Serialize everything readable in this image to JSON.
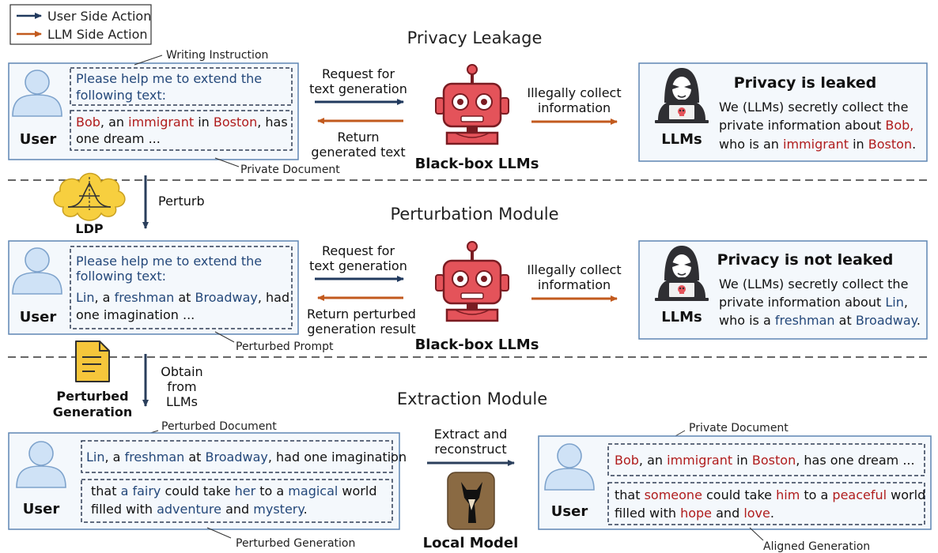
{
  "legend": {
    "user_action": "User Side Action",
    "llm_action": "LLM Side Action"
  },
  "colors": {
    "user_arrow": "#213a5e",
    "llm_arrow": "#c25a1e",
    "private_text": "#b01c1c",
    "perturbed_text": "#24487a",
    "panel_border": "#5f86b4",
    "panel_fill": "#f4f8fc",
    "dash_box": "#2e3c55",
    "robot_red": "#e4535a",
    "ldp_cloud": "#f7cf3f",
    "doc_yellow": "#f6c63b"
  },
  "sections": {
    "s1": "Privacy Leakage",
    "s2": "Perturbation Module",
    "s3": "Extraction Module"
  },
  "s1": {
    "callout_top": "Writing Instruction",
    "callout_bottom": "Private Document",
    "user_label": "User",
    "instruction_l1": "Please help me to extend the",
    "instruction_l2": "following text:",
    "doc_l1": [
      {
        "t": "Bob",
        "c": "private"
      },
      {
        "t": ", an ",
        "c": "plain"
      },
      {
        "t": "immigrant",
        "c": "private"
      },
      {
        "t": " in ",
        "c": "plain"
      },
      {
        "t": "Boston",
        "c": "private"
      },
      {
        "t": ", has",
        "c": "plain"
      }
    ],
    "doc_l2": "one dream ...",
    "request_l1": "Request for",
    "request_l2": "text generation",
    "return_l1": "Return",
    "return_l2": "generated text",
    "blackbox": "Black-box LLMs",
    "collect_l1": "Illegally collect",
    "collect_l2": "information",
    "llms_label": "LLMs",
    "result_title": "Privacy is leaked",
    "result_l1": "We (LLMs) secretly collect the",
    "result_l2": [
      {
        "t": "private information about ",
        "c": "plain"
      },
      {
        "t": "Bob,",
        "c": "private"
      }
    ],
    "result_l3": [
      {
        "t": "who is an ",
        "c": "plain"
      },
      {
        "t": "immigrant",
        "c": "private"
      },
      {
        "t": " in ",
        "c": "plain"
      },
      {
        "t": "Boston",
        "c": "private"
      },
      {
        "t": ".",
        "c": "plain"
      }
    ]
  },
  "side1": {
    "ldp": "LDP",
    "perturb": "Perturb"
  },
  "s2": {
    "callout_bottom": "Perturbed Prompt",
    "user_label": "User",
    "instruction_l1": "Please help me to extend the",
    "instruction_l2": "following text:",
    "doc_l1": [
      {
        "t": "Lin",
        "c": "perturbed"
      },
      {
        "t": ", a ",
        "c": "plain"
      },
      {
        "t": "freshman",
        "c": "perturbed"
      },
      {
        "t": " at ",
        "c": "plain"
      },
      {
        "t": "Broadway",
        "c": "perturbed"
      },
      {
        "t": ", had",
        "c": "plain"
      }
    ],
    "doc_l2": "one imagination ...",
    "request_l1": "Request for",
    "request_l2": "text generation",
    "return_l1": "Return perturbed",
    "return_l2": "generation result",
    "blackbox": "Black-box LLMs",
    "collect_l1": "Illegally collect",
    "collect_l2": "information",
    "llms_label": "LLMs",
    "result_title": "Privacy is not leaked",
    "result_l1": "We (LLMs) secretly collect the",
    "result_l2": [
      {
        "t": "private information about ",
        "c": "plain"
      },
      {
        "t": "Lin",
        "c": "perturbed"
      },
      {
        "t": ",",
        "c": "plain"
      }
    ],
    "result_l3": [
      {
        "t": "who is a ",
        "c": "plain"
      },
      {
        "t": "freshman",
        "c": "perturbed"
      },
      {
        "t": " at ",
        "c": "plain"
      },
      {
        "t": "Broadway",
        "c": "perturbed"
      },
      {
        "t": ".",
        "c": "plain"
      }
    ]
  },
  "side2": {
    "doc_l1": "Perturbed",
    "doc_l2": "Generation",
    "obtain_l1": "Obtain",
    "obtain_l2": "from",
    "obtain_l3": "LLMs"
  },
  "s3": {
    "left_callout_top": "Perturbed Document",
    "left_callout_bottom": "Perturbed Generation",
    "user_label": "User",
    "left_doc_l1": [
      {
        "t": "Lin",
        "c": "perturbed"
      },
      {
        "t": ", a ",
        "c": "plain"
      },
      {
        "t": "freshman",
        "c": "perturbed"
      },
      {
        "t": " at ",
        "c": "plain"
      },
      {
        "t": "Broadway",
        "c": "perturbed"
      },
      {
        "t": ", had one imagination",
        "c": "plain"
      }
    ],
    "left_gen_l1": [
      {
        "t": "that ",
        "c": "plain"
      },
      {
        "t": "a fairy",
        "c": "perturbed"
      },
      {
        "t": " could take ",
        "c": "plain"
      },
      {
        "t": "her",
        "c": "perturbed"
      },
      {
        "t": " to a ",
        "c": "plain"
      },
      {
        "t": "magical",
        "c": "perturbed"
      },
      {
        "t": " world",
        "c": "plain"
      }
    ],
    "left_gen_l2": [
      {
        "t": "filled with ",
        "c": "plain"
      },
      {
        "t": "adventure",
        "c": "perturbed"
      },
      {
        "t": " and ",
        "c": "plain"
      },
      {
        "t": "mystery",
        "c": "perturbed"
      },
      {
        "t": ".",
        "c": "plain"
      }
    ],
    "extract_l1": "Extract and",
    "extract_l2": "reconstruct",
    "local_model": "Local Model",
    "right_callout_top": "Private Document",
    "right_callout_bottom": "Aligned Generation",
    "right_doc_l1": [
      {
        "t": "Bob",
        "c": "private"
      },
      {
        "t": ", an ",
        "c": "plain"
      },
      {
        "t": "immigrant",
        "c": "private"
      },
      {
        "t": " in ",
        "c": "plain"
      },
      {
        "t": "Boston",
        "c": "private"
      },
      {
        "t": ", has one dream ...",
        "c": "plain"
      }
    ],
    "right_gen_l1": [
      {
        "t": "that ",
        "c": "plain"
      },
      {
        "t": "someone",
        "c": "private"
      },
      {
        "t": " could take ",
        "c": "plain"
      },
      {
        "t": "him",
        "c": "private"
      },
      {
        "t": " to a ",
        "c": "plain"
      },
      {
        "t": "peaceful",
        "c": "private"
      },
      {
        "t": " world",
        "c": "plain"
      }
    ],
    "right_gen_l2": [
      {
        "t": "filled with ",
        "c": "plain"
      },
      {
        "t": "hope",
        "c": "private"
      },
      {
        "t": " and ",
        "c": "plain"
      },
      {
        "t": "love",
        "c": "private"
      },
      {
        "t": ".",
        "c": "plain"
      }
    ]
  }
}
